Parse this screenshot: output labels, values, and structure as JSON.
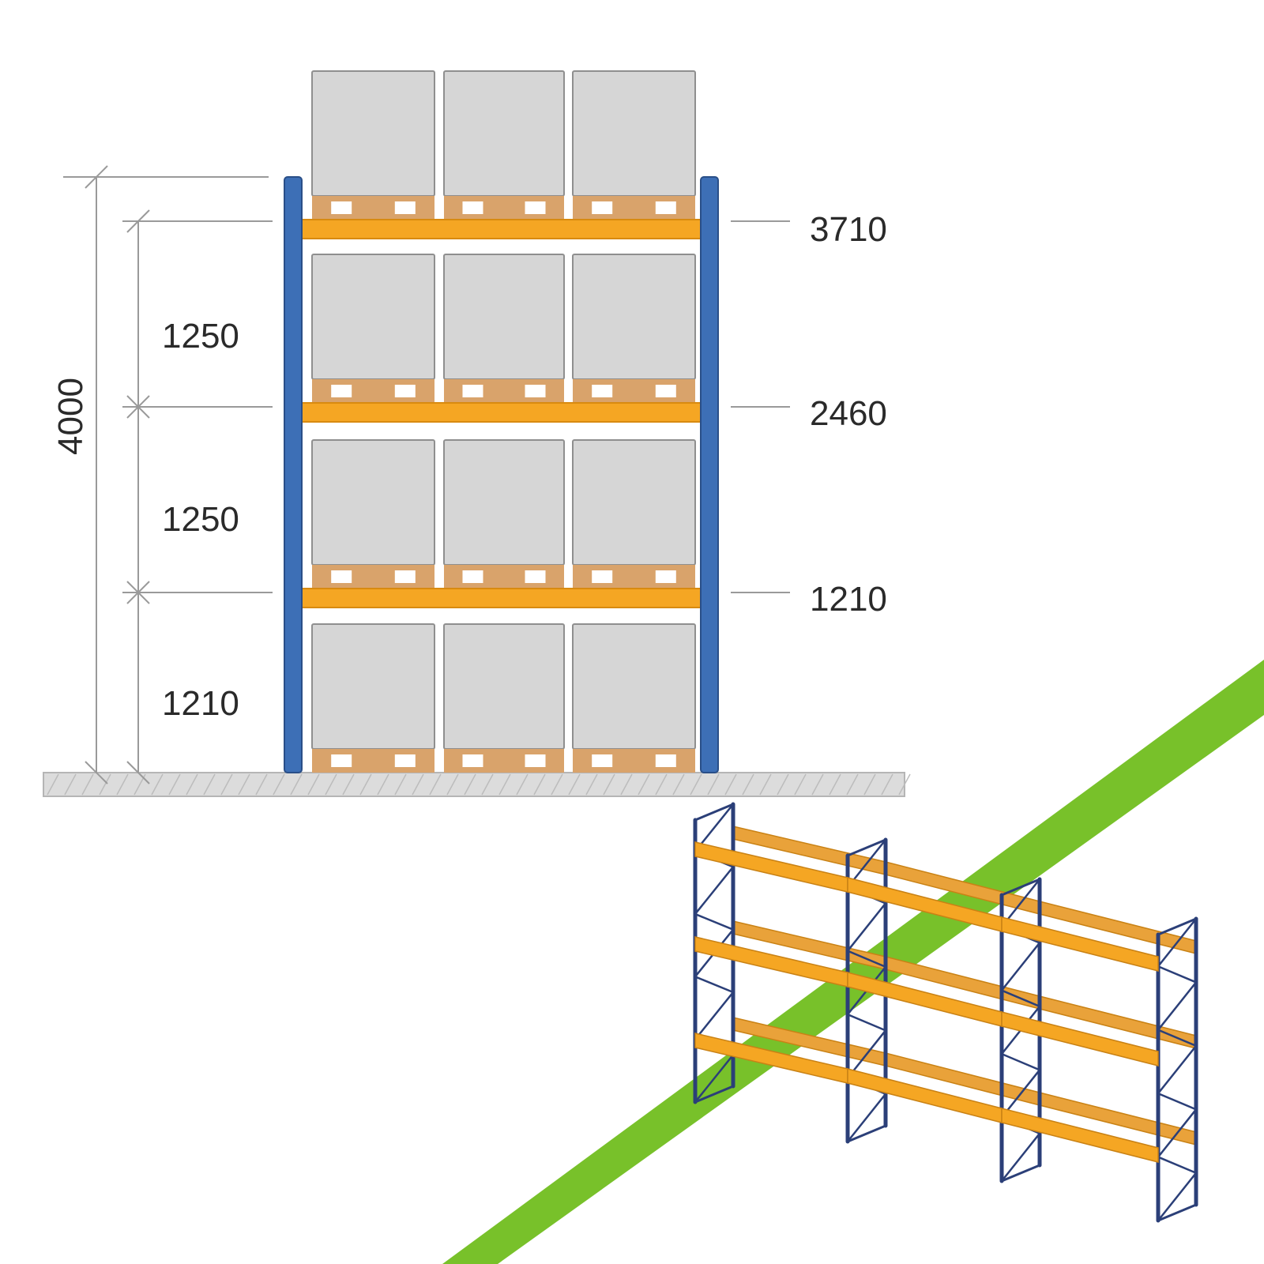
{
  "dimensions": {
    "total_height": "4000",
    "level_gap_1": "1210",
    "level_gap_2": "1250",
    "level_gap_3": "1250",
    "beam_1": "1210",
    "beam_2": "2460",
    "beam_3": "3710"
  },
  "colors": {
    "upright": "#3d6fb6",
    "beam": "#f5a623",
    "pallet": "#d9a36b",
    "box": "#d6d6d6",
    "floor": "#dcdcdc",
    "aisle_line": "#78c12a",
    "frame": "#2b3f78"
  }
}
